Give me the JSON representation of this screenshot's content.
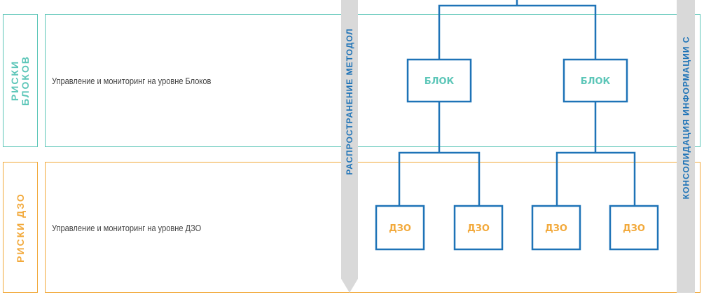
{
  "rows": {
    "blocks": {
      "label_line1": "РИСКИ",
      "label_line2": "БЛОКОВ",
      "description": "Управление и мониторинг на уровне Блоков"
    },
    "dzo": {
      "label": "РИСКИ ДЗО",
      "description": "Управление и мониторинг на уровне ДЗО"
    }
  },
  "arrows": {
    "down": "РАСПРОСТРАНЕНИЕ МЕТОДОЛ",
    "up": "КОНСОЛИДАЦИЯ ИНФОРМАЦИИ С"
  },
  "tree": {
    "block_label": "БЛОК",
    "dzo_label": "ДЗО"
  },
  "colors": {
    "teal": "#5cc6b8",
    "orange": "#f2a93b",
    "blue": "#1e73b7",
    "gray_arrow": "#d9d9d9"
  }
}
